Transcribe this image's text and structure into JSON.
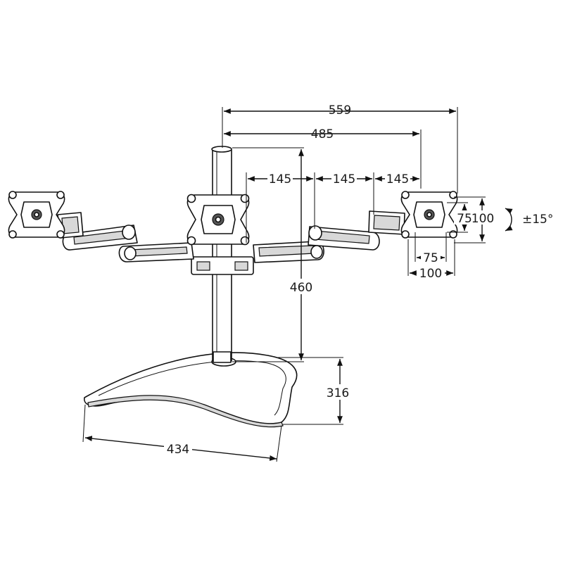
{
  "dimensions": {
    "overall_width": "559",
    "arm_span": "485",
    "arm_segment_1": "145",
    "arm_segment_2": "145",
    "arm_segment_3": "145",
    "pole_height": "460",
    "base_depth": "316",
    "base_width": "434",
    "vesa_h_small": "75",
    "vesa_h_large": "100",
    "vesa_v_small": "75",
    "vesa_v_large": "100",
    "tilt": "±15°"
  }
}
